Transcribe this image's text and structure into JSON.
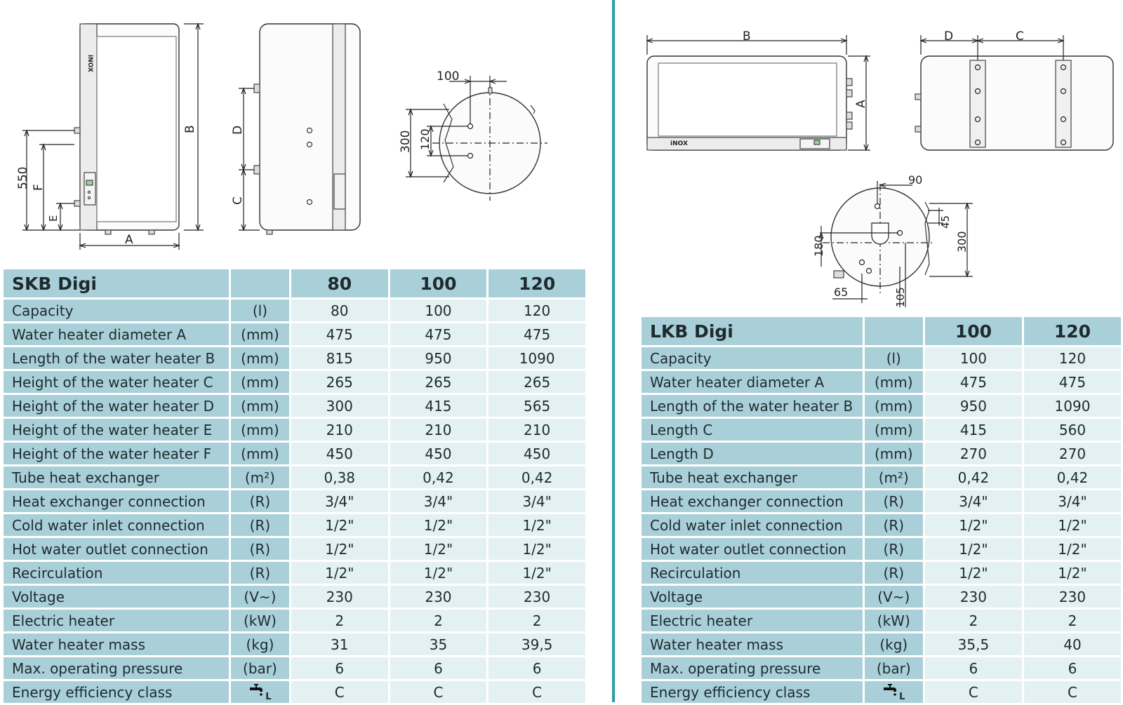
{
  "drawings": {
    "left_front": {
      "dim_A": "A",
      "dim_B": "B",
      "dim_E": "E",
      "dim_F": "F",
      "dim_550": "550",
      "brand": "iNOX"
    },
    "left_side": {
      "dim_C": "C",
      "dim_D": "D"
    },
    "left_top": {
      "dim_100": "100",
      "dim_300": "300",
      "dim_120": "120"
    },
    "right_front": {
      "dim_A": "A",
      "dim_B": "B",
      "brand": "iNOX"
    },
    "right_top": {
      "dim_C": "C",
      "dim_D": "D"
    },
    "right_end": {
      "dim_90": "90",
      "dim_45": "45",
      "dim_300": "300",
      "dim_180": "180",
      "dim_65": "65",
      "dim_105": "105"
    }
  },
  "skb": {
    "title": "SKB Digi",
    "columns": [
      "80",
      "100",
      "120"
    ],
    "rows": [
      {
        "label": "Capacity",
        "unit": "(l)",
        "values": [
          "80",
          "100",
          "120"
        ]
      },
      {
        "label": "Water heater diameter A",
        "unit": "(mm)",
        "values": [
          "475",
          "475",
          "475"
        ]
      },
      {
        "label": "Length of the water heater B",
        "unit": "(mm)",
        "values": [
          "815",
          "950",
          "1090"
        ]
      },
      {
        "label": "Height of the water heater C",
        "unit": "(mm)",
        "values": [
          "265",
          "265",
          "265"
        ]
      },
      {
        "label": "Height of the water heater D",
        "unit": "(mm)",
        "values": [
          "300",
          "415",
          "565"
        ]
      },
      {
        "label": "Height of the water heater E",
        "unit": "(mm)",
        "values": [
          "210",
          "210",
          "210"
        ]
      },
      {
        "label": "Height of the water heater F",
        "unit": "(mm)",
        "values": [
          "450",
          "450",
          "450"
        ]
      },
      {
        "label": "Tube heat exchanger",
        "unit": "(m²)",
        "values": [
          "0,38",
          "0,42",
          "0,42"
        ]
      },
      {
        "label": "Heat exchanger connection",
        "unit": "(R)",
        "values": [
          "3/4\"",
          "3/4\"",
          "3/4\""
        ]
      },
      {
        "label": "Cold water inlet connection",
        "unit": "(R)",
        "values": [
          "1/2\"",
          "1/2\"",
          "1/2\""
        ]
      },
      {
        "label": "Hot water outlet connection",
        "unit": "(R)",
        "values": [
          "1/2\"",
          "1/2\"",
          "1/2\""
        ]
      },
      {
        "label": "Recirculation",
        "unit": "(R)",
        "values": [
          "1/2\"",
          "1/2\"",
          "1/2\""
        ]
      },
      {
        "label": "Voltage",
        "unit": "(V~)",
        "values": [
          "230",
          "230",
          "230"
        ]
      },
      {
        "label": "Electric heater",
        "unit": "(kW)",
        "values": [
          "2",
          "2",
          "2"
        ]
      },
      {
        "label": "Water heater mass",
        "unit": "(kg)",
        "values": [
          "31",
          "35",
          "39,5"
        ]
      },
      {
        "label": "Max. operating pressure",
        "unit": "(bar)",
        "values": [
          "6",
          "6",
          "6"
        ]
      }
    ],
    "energy": {
      "label": "Energy efficiency class",
      "icon": "tap-icon",
      "icon_sub": "L",
      "values": [
        "C",
        "C",
        "C"
      ]
    }
  },
  "lkb": {
    "title": "LKB Digi",
    "columns": [
      "100",
      "120"
    ],
    "rows": [
      {
        "label": "Capacity",
        "unit": "(l)",
        "values": [
          "100",
          "120"
        ]
      },
      {
        "label": "Water heater diameter A",
        "unit": "(mm)",
        "values": [
          "475",
          "475"
        ]
      },
      {
        "label": "Length of the water heater B",
        "unit": "(mm)",
        "values": [
          "950",
          "1090"
        ]
      },
      {
        "label": "Length C",
        "unit": "(mm)",
        "values": [
          "415",
          "560"
        ]
      },
      {
        "label": "Length D",
        "unit": "(mm)",
        "values": [
          "270",
          "270"
        ]
      },
      {
        "label": "Tube heat exchanger",
        "unit": "(m²)",
        "values": [
          "0,42",
          "0,42"
        ]
      },
      {
        "label": "Heat exchanger connection",
        "unit": "(R)",
        "values": [
          "3/4\"",
          "3/4\""
        ]
      },
      {
        "label": "Cold water inlet connection",
        "unit": "(R)",
        "values": [
          "1/2\"",
          "1/2\""
        ]
      },
      {
        "label": "Hot water outlet connection",
        "unit": "(R)",
        "values": [
          "1/2\"",
          "1/2\""
        ]
      },
      {
        "label": "Recirculation",
        "unit": "(R)",
        "values": [
          "1/2\"",
          "1/2\""
        ]
      },
      {
        "label": "Voltage",
        "unit": "(V~)",
        "values": [
          "230",
          "230"
        ]
      },
      {
        "label": "Electric heater",
        "unit": "(kW)",
        "values": [
          "2",
          "2"
        ]
      },
      {
        "label": "Water heater mass",
        "unit": "(kg)",
        "values": [
          "35,5",
          "40"
        ]
      },
      {
        "label": "Max. operating pressure",
        "unit": "(bar)",
        "values": [
          "6",
          "6"
        ]
      }
    ],
    "energy": {
      "label": "Energy efficiency class",
      "icon": "tap-icon",
      "icon_sub": "L",
      "values": [
        "C",
        "C"
      ]
    }
  },
  "colors": {
    "header_bg": "#a9d0d8",
    "value_bg": "#e4f1f3",
    "divider": "#2a9fa6"
  }
}
